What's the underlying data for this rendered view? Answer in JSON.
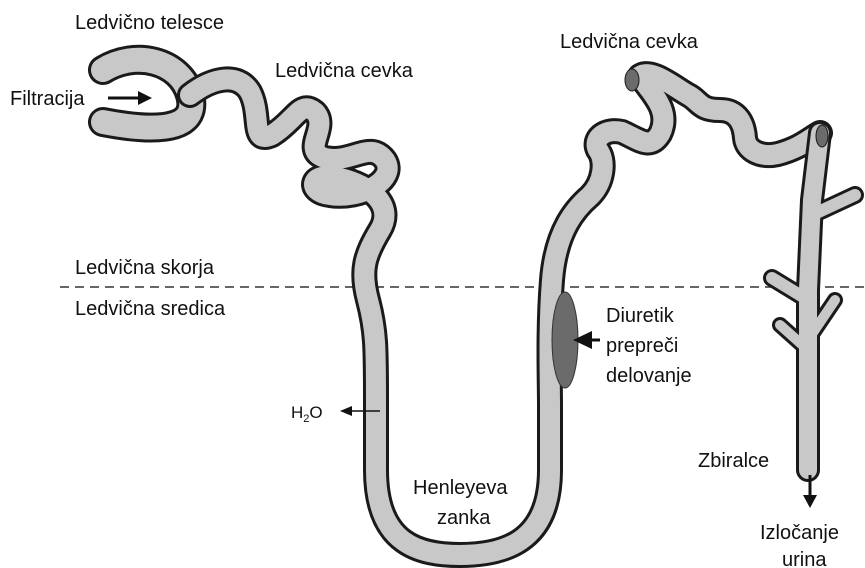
{
  "labels": {
    "renal_corpuscle": "Ledvično telesce",
    "filtration": "Filtracija",
    "renal_tubule_left": "Ledvična cevka",
    "renal_tubule_right": "Ledvična cevka",
    "renal_cortex": "Ledvična skorja",
    "renal_medulla": "Ledvična sredica",
    "diuretic_line1": "Diuretik",
    "diuretic_line2": "prepreči",
    "diuretic_line3": "delovanje",
    "water_main": "H",
    "water_sub": "2",
    "water_end": "O",
    "loop_line1": "Henleyeva",
    "loop_line2": "zanka",
    "collecting_duct": "Zbiralce",
    "excretion_line1": "Izločanje",
    "excretion_line2": "urina"
  },
  "colors": {
    "tube_fill": "#c8c8c8",
    "tube_outline": "#1a1a1a",
    "diuretic_site": "#6b6b6b",
    "text": "#111111"
  }
}
